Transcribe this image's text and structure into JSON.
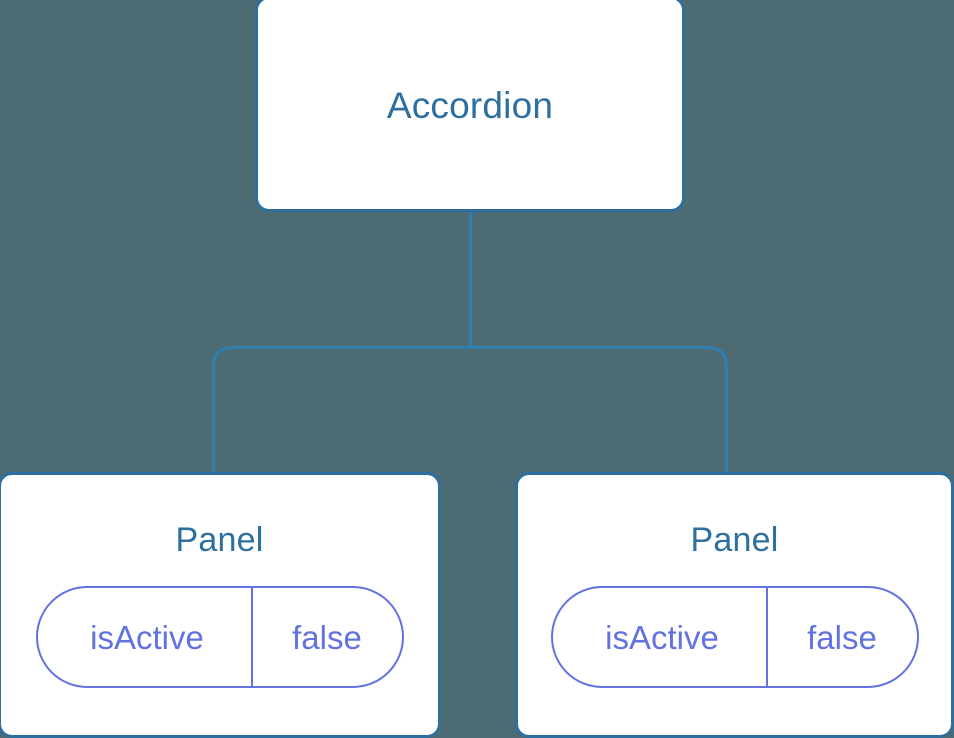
{
  "diagram": {
    "type": "component-tree",
    "background_color": "#4d6b73",
    "node_border_color": "#2d6f9e",
    "node_fill_color": "#ffffff",
    "title_text_color": "#2d6f9e",
    "prop_accent_color": "#6272e0",
    "connector_color": "#2d7fb0",
    "root": {
      "label": "Accordion"
    },
    "children": [
      {
        "label": "Panel",
        "props": [
          {
            "key": "isActive",
            "value": "false"
          }
        ]
      },
      {
        "label": "Panel",
        "props": [
          {
            "key": "isActive",
            "value": "false"
          }
        ]
      }
    ]
  }
}
